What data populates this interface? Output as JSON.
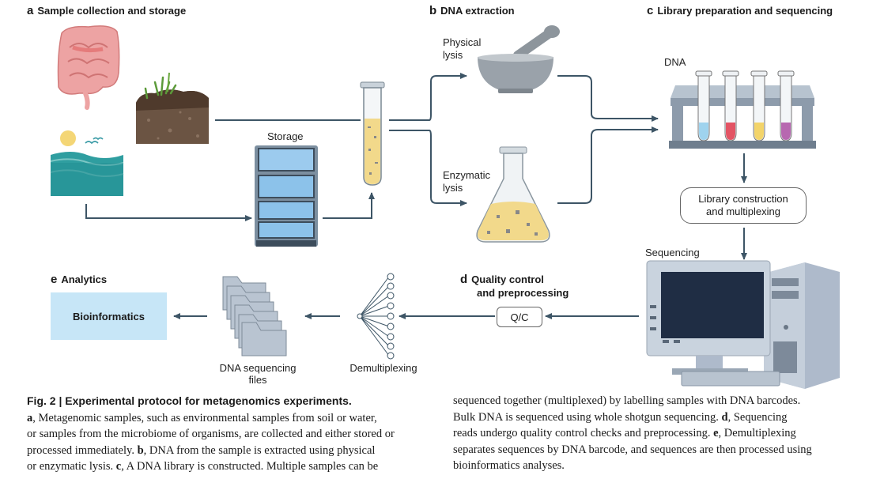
{
  "panels": {
    "a": {
      "letter": "a",
      "title": "Sample collection and storage"
    },
    "b": {
      "letter": "b",
      "title": "DNA extraction"
    },
    "c": {
      "letter": "c",
      "title": "Library preparation and sequencing"
    },
    "d": {
      "letter": "d",
      "title_line1": "Quality control",
      "title_line2": "and preprocessing"
    },
    "e": {
      "letter": "e",
      "title": "Analytics"
    }
  },
  "labels": {
    "storage": "Storage",
    "physical_lysis_1": "Physical",
    "physical_lysis_2": "lysis",
    "enzymatic_lysis_1": "Enzymatic",
    "enzymatic_lysis_2": "lysis",
    "dna": "DNA",
    "library_construction_1": "Library construction",
    "library_construction_2": "and multiplexing",
    "sequencing": "Sequencing",
    "qc": "Q/C",
    "demultiplexing": "Demultiplexing",
    "dna_files_1": "DNA sequencing",
    "dna_files_2": "files",
    "bioinformatics": "Bioinformatics"
  },
  "caption": {
    "fig_label": "Fig. 2 | ",
    "title": "Experimental protocol for metagenomics experiments.",
    "left": {
      "a_letter": "a",
      "a_text1": ", Metagenomic samples, such as environmental samples from soil or water,",
      "a_text2": "or samples from the microbiome of organisms, are collected and either stored or",
      "a_text3": "processed immediately. ",
      "b_letter": "b",
      "b_text1": ", DNA from the sample is extracted using physical",
      "b_text2": "or enzymatic lysis. ",
      "c_letter": "c",
      "c_text": ", A DNA library is constructed. Multiple samples can be"
    },
    "right": {
      "line1": "sequenced together (multiplexed) by labelling samples with DNA barcodes.",
      "line2a": "Bulk DNA is sequenced using whole shotgun sequencing. ",
      "d_letter": "d",
      "line2b": ", Sequencing",
      "line3": "reads undergo quality control checks and preprocessing. ",
      "e_letter": "e",
      "line3b": ", Demultiplexing",
      "line4": "separates sequences by DNA barcode, and sequences are then processed using",
      "line5": "bioinformatics analyses."
    }
  },
  "colors": {
    "arrow": "#3d5566",
    "tube_fluid": "#f2d98b",
    "tube_colors": [
      "#9fd3ee",
      "#e35464",
      "#f3d46a",
      "#b768b0"
    ],
    "screen": "#1f2d44",
    "bioinformatics_bg": "#c7e6f7"
  }
}
